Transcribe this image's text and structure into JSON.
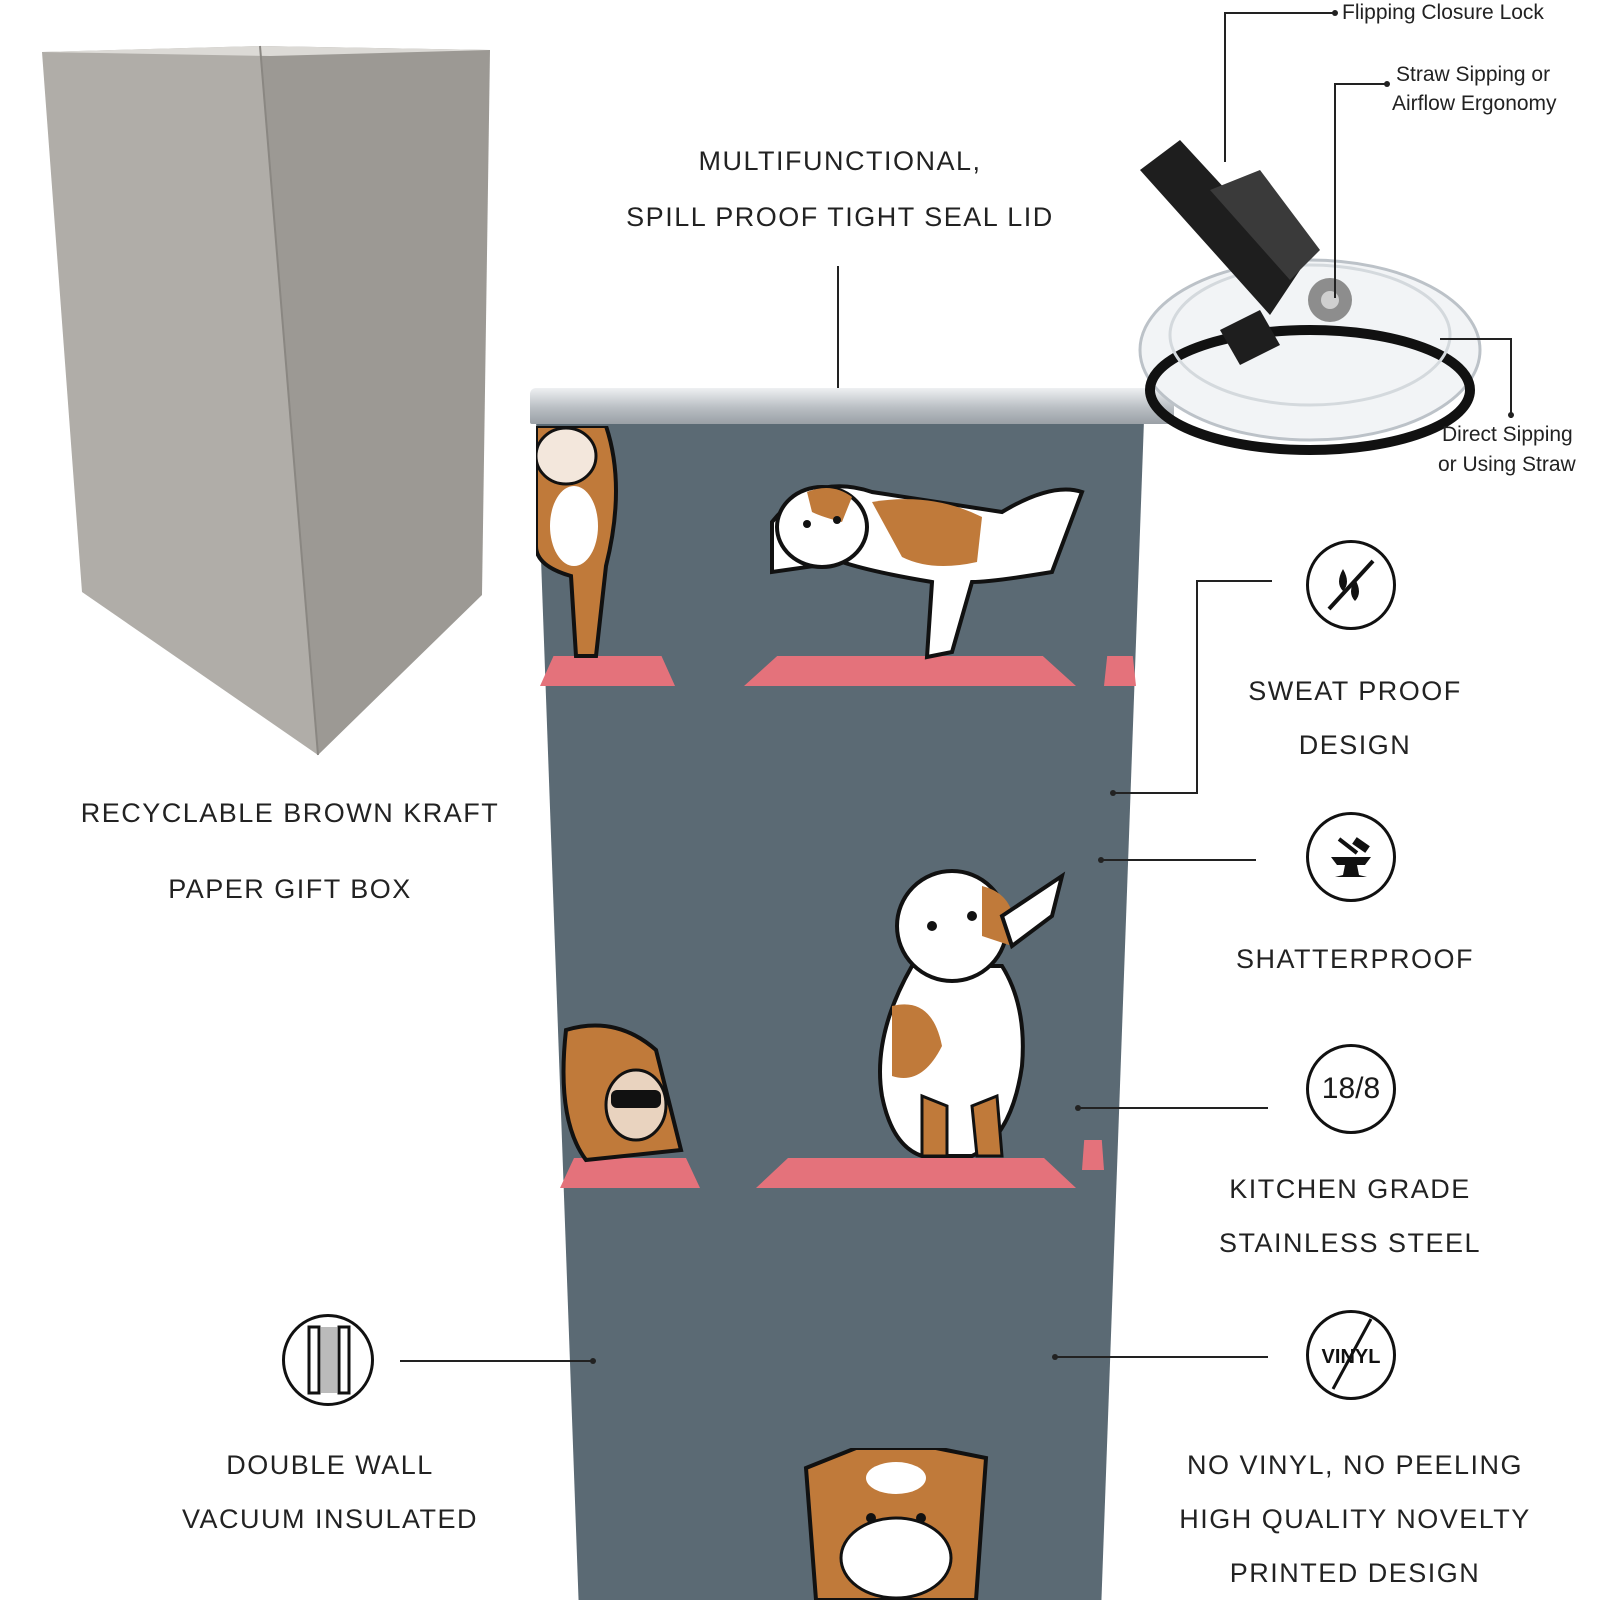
{
  "box_caption": [
    "RECYCLABLE BROWN KRAFT",
    "PAPER GIFT BOX"
  ],
  "lid_caption": [
    "MULTIFUNCTIONAL,",
    "SPILL PROOF TIGHT SEAL LID"
  ],
  "lid_callouts": {
    "flip": "Flipping Closure Lock",
    "straw_1": "Straw Sipping or",
    "straw_2": "Airflow Ergonomy",
    "direct_1": "Direct Sipping",
    "direct_2": "or Using Straw"
  },
  "features": {
    "sweat": [
      "SWEAT PROOF",
      "DESIGN"
    ],
    "shatter": [
      "SHATTERPROOF"
    ],
    "steel_badge": "18/8",
    "steel": [
      "KITCHEN GRADE",
      "STAINLESS STEEL"
    ],
    "vinyl_badge": "VINYL",
    "vinyl": [
      "NO VINYL, NO PEELING",
      "HIGH QUALITY NOVELTY",
      "PRINTED DESIGN"
    ],
    "double_wall": [
      "DOUBLE WALL",
      "VACUUM INSULATED"
    ]
  },
  "colors": {
    "tumbler": "#5b6a74",
    "mat": "#e4727b",
    "dog_brown": "#c07a3a",
    "box_grey": "#aaa7a1"
  },
  "icons": [
    "no-water-drops-icon",
    "anvil-hammer-icon",
    "steel-grade-icon",
    "no-vinyl-icon",
    "double-wall-icon"
  ]
}
